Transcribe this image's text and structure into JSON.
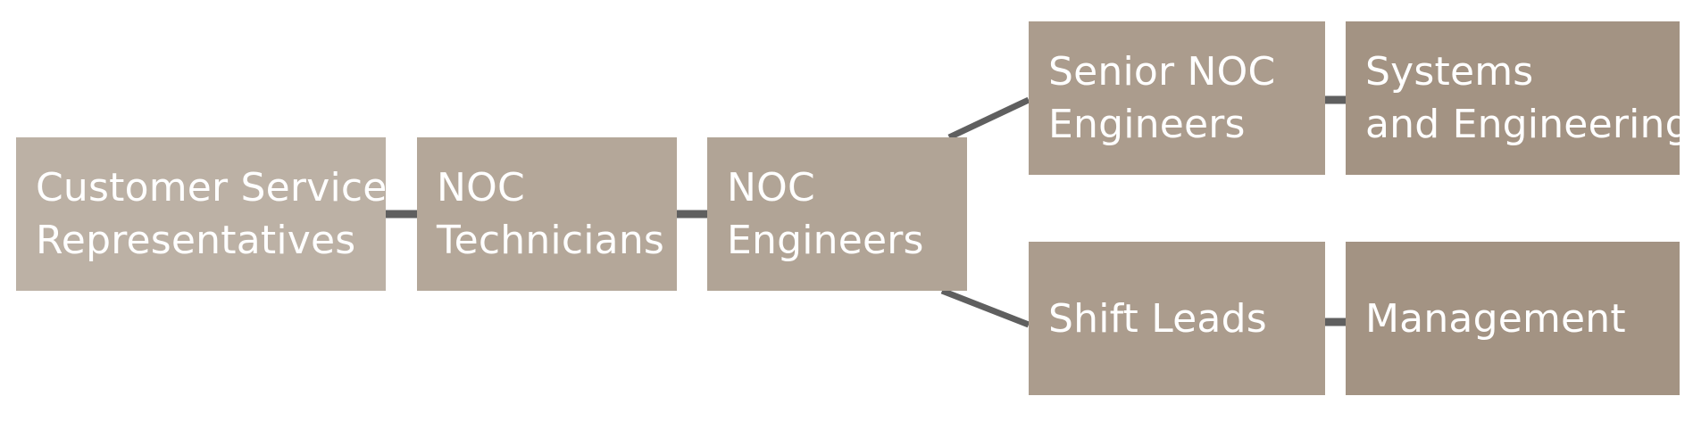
{
  "diagram": {
    "nodes": {
      "csr": {
        "line1": "Customer Service",
        "line2": "Representatives"
      },
      "tech": {
        "line1": "NOC",
        "line2": "Technicians"
      },
      "eng": {
        "line1": "NOC",
        "line2": "Engineers"
      },
      "senior": {
        "line1": "Senior NOC",
        "line2": "Engineers"
      },
      "systems": {
        "line1": "Systems",
        "line2": "and Engineering"
      },
      "shift": {
        "line1": "Shift Leads"
      },
      "mgmt": {
        "line1": "Management"
      }
    },
    "connector_color": "#5f5f5f",
    "text_color": "#ffffff"
  }
}
